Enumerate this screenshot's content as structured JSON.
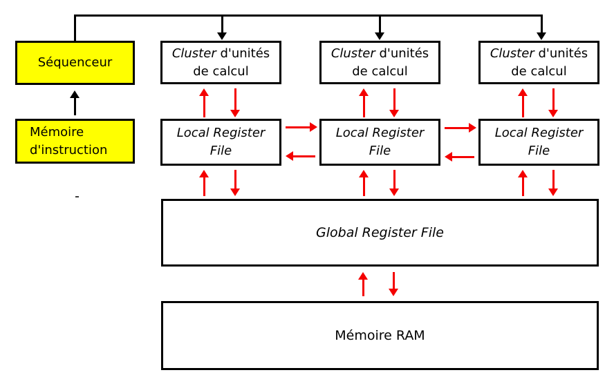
{
  "colors": {
    "highlight": "#ffff00",
    "arrow": "#f40000",
    "line": "#000000"
  },
  "nodes": {
    "sequenceur": {
      "label": "Séquenceur"
    },
    "memoire_instruction": {
      "line1": "Mémoire",
      "line2": "d'instruction"
    },
    "cluster": {
      "word_italic": "Cluster",
      "word_rest": " d'unités",
      "line2": "de calcul"
    },
    "local_register_file": {
      "line1": "Local Register",
      "line2": "File"
    },
    "global_register_file": {
      "label": "Global Register File"
    },
    "memoire_ram": {
      "label": "Mémoire RAM"
    }
  }
}
